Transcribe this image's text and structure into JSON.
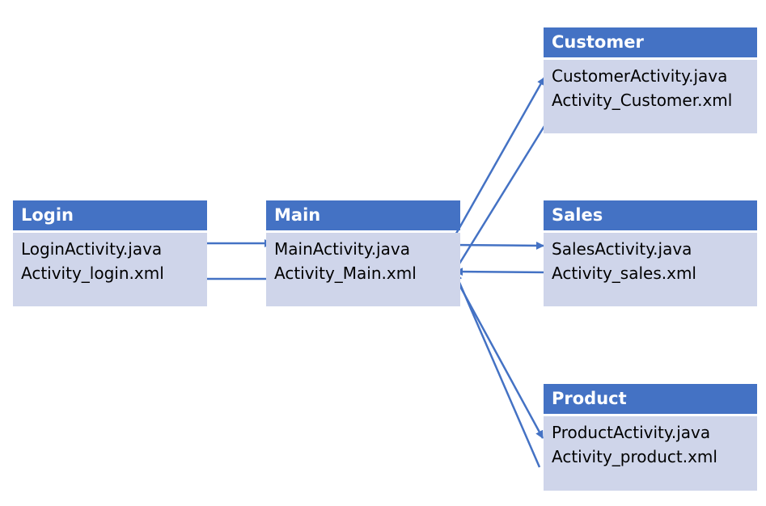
{
  "nodes": {
    "login": {
      "title": "Login",
      "lines": [
        "LoginActivity.java",
        "Activity_login.xml"
      ]
    },
    "main": {
      "title": "Main",
      "lines": [
        "MainActivity.java",
        "Activity_Main.xml"
      ]
    },
    "customer": {
      "title": "Customer",
      "lines": [
        "CustomerActivity.java",
        "Activity_Customer.xml"
      ]
    },
    "sales": {
      "title": "Sales",
      "lines": [
        "SalesActivity.java",
        "Activity_sales.xml"
      ]
    },
    "product": {
      "title": "Product",
      "lines": [
        "ProductActivity.java",
        "Activity_product.xml"
      ]
    }
  },
  "edges": [
    {
      "from": "login",
      "to": "main"
    },
    {
      "from": "main",
      "to": "login"
    },
    {
      "from": "main",
      "to": "customer"
    },
    {
      "from": "customer",
      "to": "main"
    },
    {
      "from": "main",
      "to": "sales"
    },
    {
      "from": "sales",
      "to": "main"
    },
    {
      "from": "main",
      "to": "product"
    },
    {
      "from": "product",
      "to": "main"
    }
  ],
  "colors": {
    "header": "#4472c4",
    "body": "#cfd5ea",
    "arrow": "#4472c4"
  }
}
